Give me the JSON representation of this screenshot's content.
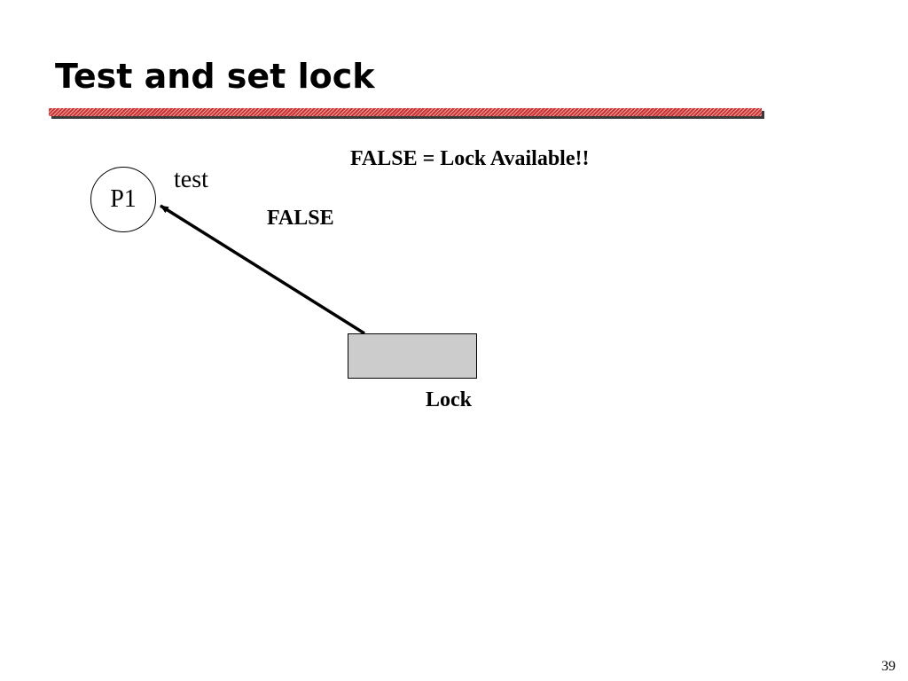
{
  "slide": {
    "title": "Test and set lock",
    "note": "FALSE = Lock Available!!",
    "process_label": "P1",
    "test_label": "test",
    "value_label": "FALSE",
    "lock_label": "Lock",
    "page_number": "39"
  },
  "colors": {
    "title_rule": "#cc3333",
    "lock_fill": "#cccccc",
    "ink": "#000000"
  }
}
